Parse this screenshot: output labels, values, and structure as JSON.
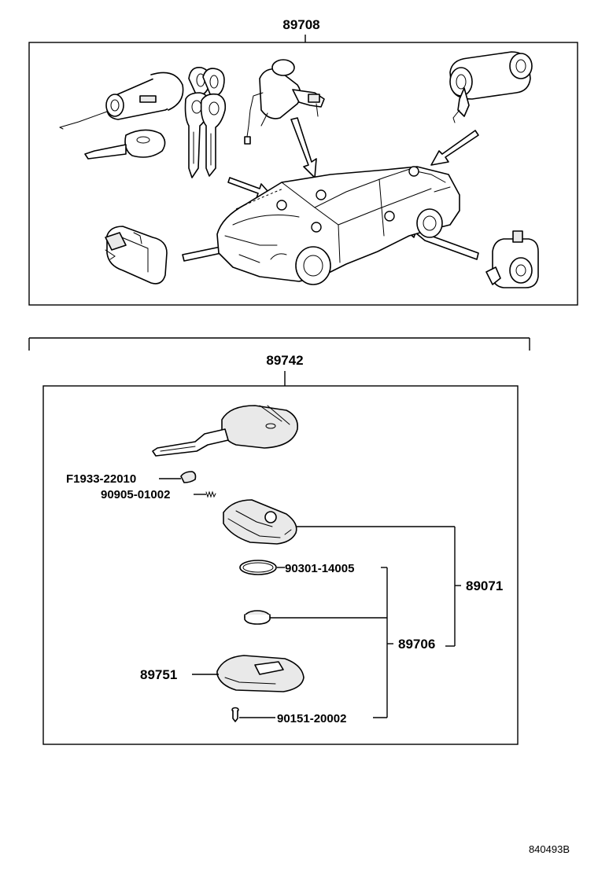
{
  "diagram": {
    "kit_label": "89708",
    "key_assembly_label": "89742",
    "parts": [
      {
        "id": "p1",
        "number": "F1933-22010"
      },
      {
        "id": "p2",
        "number": "90905-01002"
      },
      {
        "id": "p3",
        "number": "90301-14005"
      },
      {
        "id": "p4",
        "number": "89071"
      },
      {
        "id": "p5",
        "number": "89706"
      },
      {
        "id": "p6",
        "number": "89751"
      },
      {
        "id": "p7",
        "number": "90151-20002"
      }
    ],
    "reference_code": "840493B"
  }
}
